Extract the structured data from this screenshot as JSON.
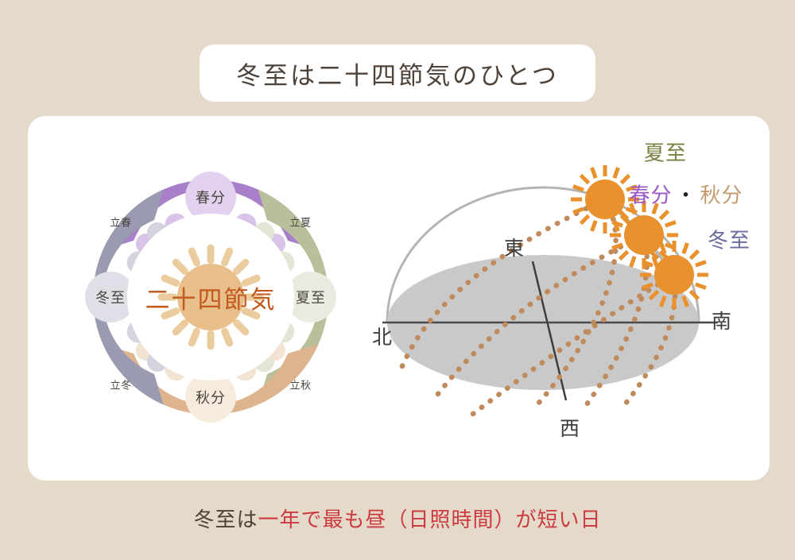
{
  "page": {
    "background_color": "#E5DAC9",
    "card_color": "#FFFFFF"
  },
  "header": {
    "title": "冬至は二十四節気のひとつ"
  },
  "wheel": {
    "center_label": "二十四節気",
    "center_color": "#C35A1E",
    "sun_color": "#E8BE8A",
    "quadrants": [
      {
        "key": "spring",
        "label": "春分",
        "color": "#A87FC8",
        "dot_color": "#D4BCE4",
        "position": "top"
      },
      {
        "key": "summer",
        "label": "夏至",
        "color": "#B9BF9B",
        "dot_color": "#DEE2CC",
        "position": "right"
      },
      {
        "key": "autumn",
        "label": "秋分",
        "color": "#DDB48E",
        "dot_color": "#F0DECA",
        "position": "bottom"
      },
      {
        "key": "winter",
        "label": "冬至",
        "color": "#9A9AB0",
        "dot_color": "#D0D0DC",
        "position": "left"
      }
    ],
    "boundaries": [
      {
        "key": "risshun",
        "label": "立春",
        "position": "top-left"
      },
      {
        "key": "rikka",
        "label": "立夏",
        "position": "top-right"
      },
      {
        "key": "risshu",
        "label": "立秋",
        "position": "bottom-right"
      },
      {
        "key": "ritto",
        "label": "立冬",
        "position": "bottom-left"
      }
    ]
  },
  "sky": {
    "horizon_color": "#C9C9C9",
    "arc_color": "#B5B5B5",
    "axis_color": "#3D3D3D",
    "path_color": "#C08B5C",
    "sun_color": "#E8912D",
    "suns": [
      {
        "key": "geshi",
        "label": "夏至",
        "label_color": "#7A8040"
      },
      {
        "key": "bunten",
        "label": "春分",
        "label_color": "#9B59C7"
      },
      {
        "key": "sepdot",
        "label": "・",
        "label_color": "#222222"
      },
      {
        "key": "shubun",
        "label": "秋分",
        "label_color": "#C49A6C"
      },
      {
        "key": "toji",
        "label": "冬至",
        "label_color": "#6B6B9E"
      }
    ],
    "compass": [
      {
        "key": "north",
        "label": "北"
      },
      {
        "key": "east",
        "label": "東"
      },
      {
        "key": "south",
        "label": "南"
      },
      {
        "key": "west",
        "label": "西"
      }
    ]
  },
  "caption": {
    "lead": "冬至は",
    "highlight": "一年で最も昼（日照時間）が短い日",
    "highlight_color": "#CC3A40"
  }
}
